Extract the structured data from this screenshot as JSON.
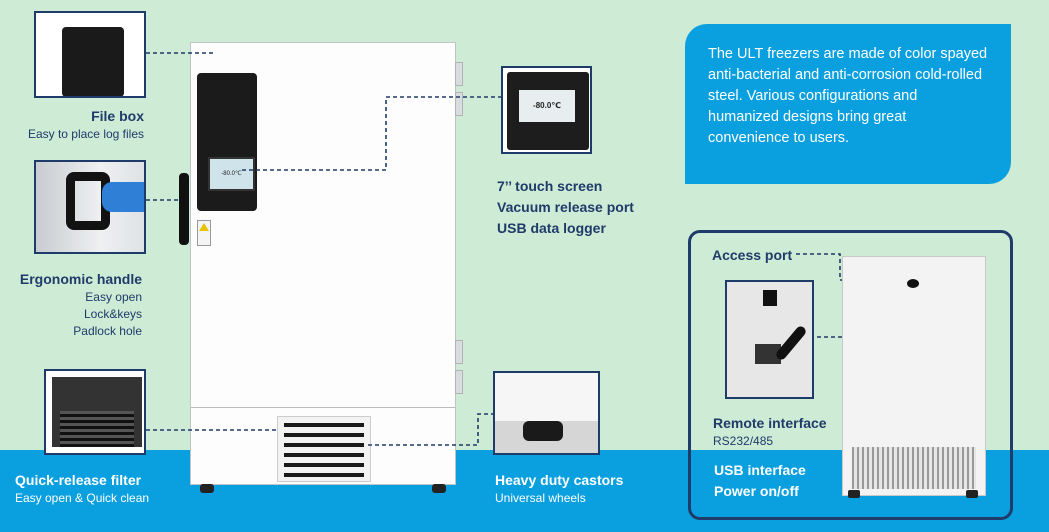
{
  "info_text": "The ULT freezers are made of color spayed anti-bacterial and anti-corrosion cold-rolled steel. Various configurations and humanized designs bring great convenience to users.",
  "features": {
    "file_box": {
      "title": "File box",
      "desc": "Easy to place log files"
    },
    "handle": {
      "title": "Ergonomic handle",
      "lines": [
        "Easy open",
        "Lock&keys",
        "Padlock hole"
      ]
    },
    "filter": {
      "title": "Quick-release filter",
      "desc": "Easy open & Quick clean"
    },
    "touch": {
      "lines": [
        "7’’ touch screen",
        "Vacuum release port",
        "USB data logger"
      ],
      "screen_reading": "-80.0℃"
    },
    "castors": {
      "title": "Heavy duty castors",
      "desc": "Universal wheels"
    },
    "rear": {
      "access_port": "Access port",
      "remote_title": "Remote interface",
      "remote_desc": "RS232/485",
      "usb": "USB interface",
      "power": "Power on/off"
    }
  },
  "colors": {
    "background": "#cdebd5",
    "accent_blue": "#0aa0df",
    "navy": "#1f3b6a"
  }
}
